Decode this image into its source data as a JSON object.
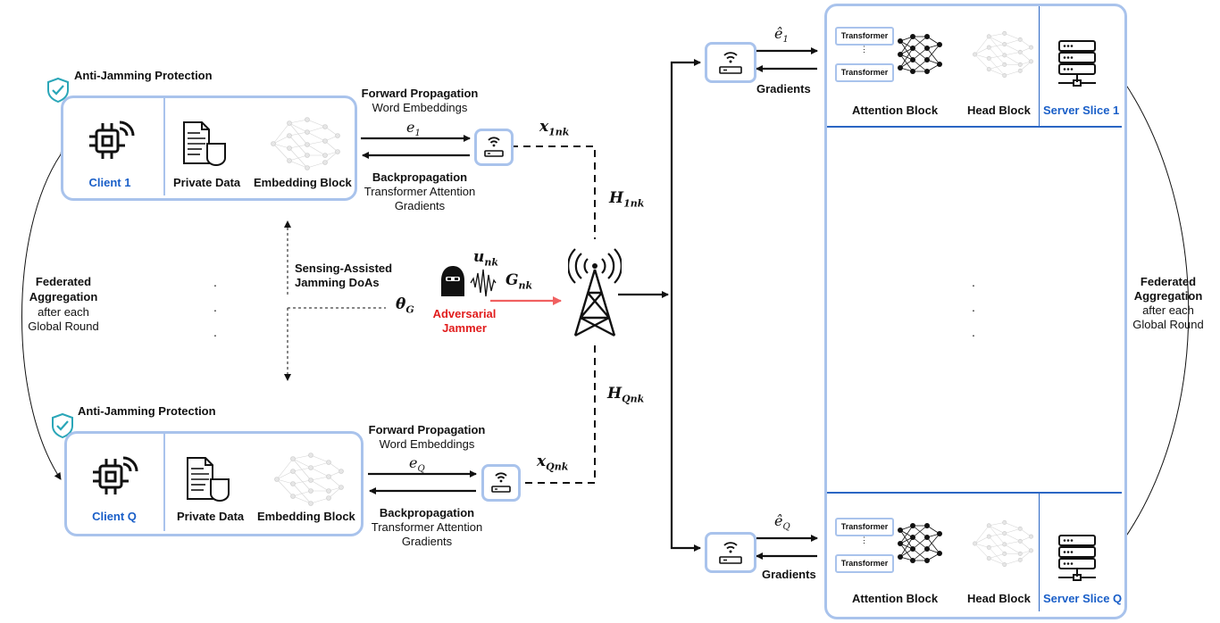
{
  "clients": [
    {
      "protection_label": "Anti-Jamming Protection",
      "name": "Client 1",
      "private_data_label": "Private Data",
      "embedding_label": "Embedding Block",
      "forward_title": "Forward Propagation",
      "forward_sub": "Word Embeddings",
      "embedding_symbol": "e",
      "embedding_subscript": "1",
      "back_title": "Backpropagation",
      "back_sub1": "Transformer Attention",
      "back_sub2": "Gradients",
      "signal_symbol": "x",
      "signal_subscript": "1nk",
      "channel_symbol": "H",
      "channel_subscript": "1nk"
    },
    {
      "protection_label": "Anti-Jamming Protection",
      "name": "Client Q",
      "private_data_label": "Private Data",
      "embedding_label": "Embedding Block",
      "forward_title": "Forward Propagation",
      "forward_sub": "Word Embeddings",
      "embedding_symbol": "e",
      "embedding_subscript": "Q",
      "back_title": "Backpropagation",
      "back_sub1": "Transformer Attention",
      "back_sub2": "Gradients",
      "signal_symbol": "x",
      "signal_subscript": "Qnk",
      "channel_symbol": "H",
      "channel_subscript": "Qnk"
    }
  ],
  "federated_left": {
    "line1": "Federated",
    "line2": "Aggregation",
    "line3": "after each",
    "line4": "Global Round"
  },
  "federated_right": {
    "line1": "Federated",
    "line2": "Aggregation",
    "line3": "after each",
    "line4": "Global Round"
  },
  "sensing": {
    "line1": "Sensing-Assisted",
    "line2": "Jamming DoAs",
    "symbol": "θ",
    "subscript": "G"
  },
  "jammer": {
    "line1": "Adversarial",
    "line2": "Jammer",
    "signal_symbol": "u",
    "signal_subscript": "nk",
    "channel_symbol": "G",
    "channel_subscript": "nk"
  },
  "servers": [
    {
      "name": "Server Slice 1",
      "embedding_symbol": "ê",
      "embedding_subscript": "1",
      "gradients_label": "Gradients",
      "transformer_top": "Transformer",
      "transformer_bottom": "Transformer",
      "attention_label": "Attention Block",
      "head_label": "Head Block"
    },
    {
      "name": "Server Slice Q",
      "embedding_symbol": "ê",
      "embedding_subscript": "Q",
      "gradients_label": "Gradients",
      "transformer_top": "Transformer",
      "transformer_bottom": "Transformer",
      "attention_label": "Attention Block",
      "head_label": "Head Block"
    }
  ],
  "colors": {
    "box_border": "#a9c3ec",
    "client_label": "#1a5fc8",
    "jammer": "#e11d1d",
    "jam_arrow": "#f06060"
  },
  "icons": [
    "shield-check-icon",
    "chip-wireless-icon",
    "document-database-icon",
    "neural-network-icon",
    "router-icon",
    "base-station-tower-icon",
    "hacker-icon",
    "jamming-wave-icon",
    "server-rack-icon"
  ]
}
